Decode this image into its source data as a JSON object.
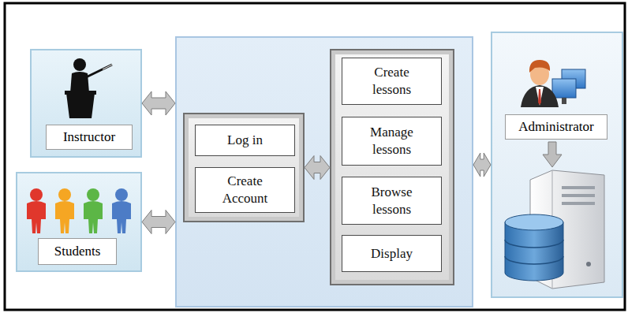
{
  "diagram": {
    "nodes": [
      {
        "text": [
          "Instructor"
        ]
      },
      {
        "text": [
          "Students"
        ]
      },
      {
        "text": []
      },
      {
        "text": [],
        "in": 2
      },
      {
        "text": [
          "Log in"
        ],
        "in": 3
      },
      {
        "text": [
          "Create Account"
        ],
        "in": 3
      },
      {
        "text": [],
        "in": 2
      },
      {
        "text": [
          "Create lessons"
        ],
        "in": 6
      },
      {
        "text": [
          "Manage lessons"
        ],
        "in": 6
      },
      {
        "text": [
          "Browse lessons"
        ],
        "in": 6
      },
      {
        "text": [
          "Display"
        ],
        "in": 6
      },
      {
        "text": [
          "Administrator"
        ]
      }
    ],
    "edges": [
      {
        "from": 0,
        "to": 2,
        "arrow": "both"
      },
      {
        "from": 1,
        "to": 2,
        "arrow": "both"
      },
      {
        "from": 3,
        "to": 6,
        "arrow": "both"
      },
      {
        "from": 2,
        "to": 11,
        "arrow": "both"
      }
    ]
  }
}
